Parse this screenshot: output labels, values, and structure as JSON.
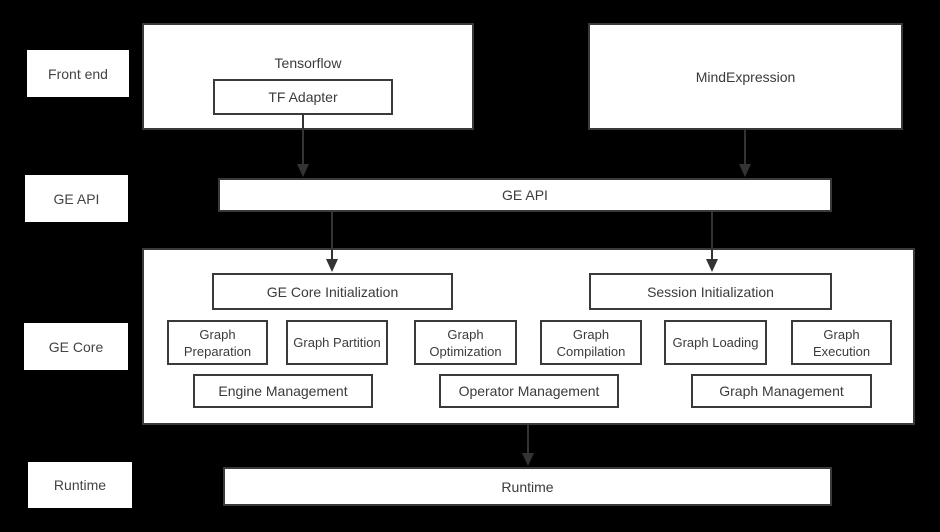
{
  "colors": {
    "background": "#000000",
    "box_fill": "#ffffff",
    "box_border": "#3a3a3a",
    "text": "#3b3b3b",
    "arrow": "#333333"
  },
  "side_labels": {
    "front_end": "Front end",
    "ge_api": "GE API",
    "ge_core": "GE Core",
    "runtime": "Runtime"
  },
  "frontend": {
    "tensorflow_title": "Tensorflow",
    "tf_adapter": "TF Adapter",
    "mind_expression": "MindExpression"
  },
  "ge_api": {
    "label": "GE API"
  },
  "ge_core": {
    "init_boxes": [
      "GE Core Initialization",
      "Session Initialization"
    ],
    "modules": [
      "Graph Preparation",
      "Graph Partition",
      "Graph Optimization",
      "Graph Compilation",
      "Graph Loading",
      "Graph Execution"
    ],
    "management": [
      "Engine Management",
      "Operator Management",
      "Graph Management"
    ]
  },
  "runtime": {
    "label": "Runtime"
  }
}
